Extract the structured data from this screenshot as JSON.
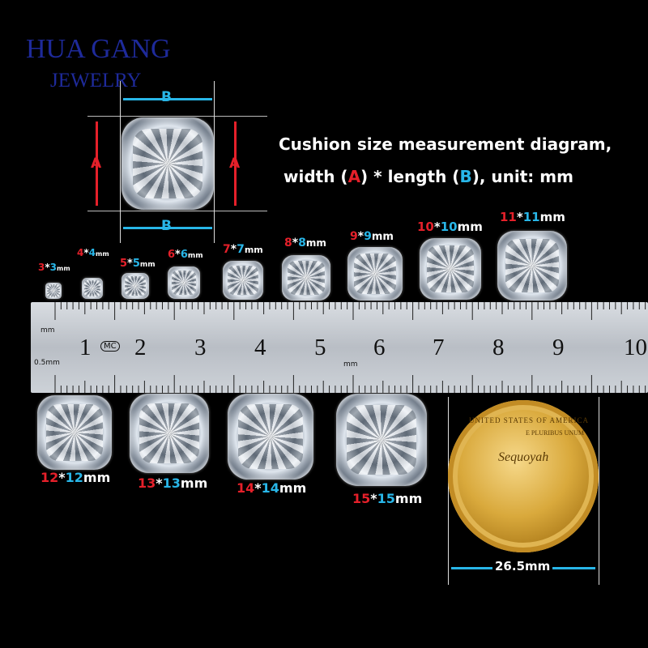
{
  "brand": {
    "line1": "HUA GANG",
    "line2": "JEWELRY"
  },
  "caption": {
    "line1": "Cushion size measurement diagram,",
    "line2_prefix": "width (",
    "a_letter": "A",
    "line2_mid": ") * length (",
    "b_letter": "B",
    "line2_suffix": "), unit: mm"
  },
  "diagram": {
    "a_label": "A",
    "b_label": "B"
  },
  "top_sizes": [
    {
      "w": "3",
      "l": "3",
      "unit": "mm"
    },
    {
      "w": "4",
      "l": "4",
      "unit": "mm"
    },
    {
      "w": "5",
      "l": "5",
      "unit": "mm"
    },
    {
      "w": "6",
      "l": "6",
      "unit": "mm"
    },
    {
      "w": "7",
      "l": "7",
      "unit": "mm"
    },
    {
      "w": "8",
      "l": "8",
      "unit": "mm"
    },
    {
      "w": "9",
      "l": "9",
      "unit": "mm"
    },
    {
      "w": "10",
      "l": "10",
      "unit": "mm"
    },
    {
      "w": "11",
      "l": "11",
      "unit": "mm"
    }
  ],
  "bottom_sizes": [
    {
      "w": "12",
      "l": "12",
      "unit": "mm"
    },
    {
      "w": "13",
      "l": "13",
      "unit": "mm"
    },
    {
      "w": "14",
      "l": "14",
      "unit": "mm"
    },
    {
      "w": "15",
      "l": "15",
      "unit": "mm"
    }
  ],
  "ruler": {
    "unit_top": "mm",
    "unit_left": "0.5mm",
    "unit_mid": "mm",
    "numbers": [
      "1",
      "2",
      "3",
      "4",
      "5",
      "6",
      "7",
      "8",
      "9",
      "10"
    ],
    "logo": "MC"
  },
  "coin": {
    "name": "Sequoyah",
    "legend": "UNITED STATES OF AMERICA",
    "motto": "E PLURIBUS UNUM",
    "diameter": "26.5mm"
  },
  "colors": {
    "red": "#e5202a",
    "blue": "#28b6e8",
    "brand": "#1e2a9a"
  }
}
